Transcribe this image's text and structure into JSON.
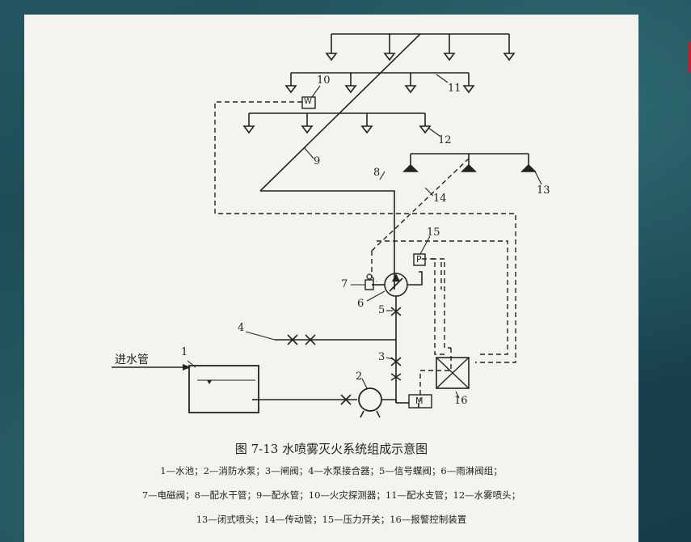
{
  "labels": {
    "inlet_pipe": "进水管",
    "n1": "1",
    "n2": "2",
    "n3": "3",
    "n4": "4",
    "n5": "5",
    "n6": "6",
    "n7": "7",
    "n8": "8",
    "n9": "9",
    "n10": "10",
    "n11": "11",
    "n12": "12",
    "n13": "13",
    "n14": "14",
    "n15": "15",
    "n16": "16",
    "pressure_switch_letter": "P",
    "motor_letter": "M",
    "detector_letter": "W"
  },
  "caption": {
    "title": "图 7-13   水喷雾灭火系统组成示意图",
    "line1": "1—水池；2—消防水泵；3—闸阀；4—水泵接合器；5—信号蝶阀；6—雨淋阀组；",
    "line2": "7—电磁阀；8—配水干管；9—配水管；10—火灾探测器；11—配水支管；12—水雾喷头；",
    "line3": "13—闭式喷头；14—传动管；15—压力开关；16—报警控制装置"
  }
}
